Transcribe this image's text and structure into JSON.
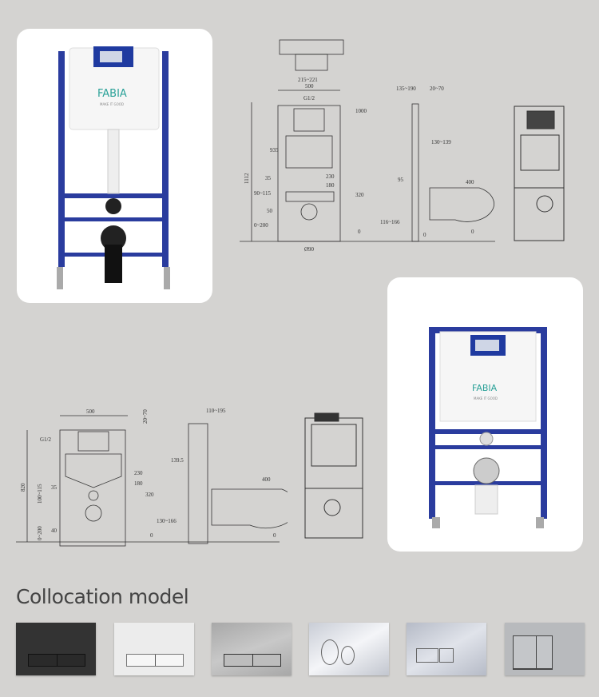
{
  "product_render_1": {
    "brand": "FABIA",
    "tagline": "MAKE IT GOOD"
  },
  "product_render_2": {
    "brand": "FABIA",
    "tagline": "MAKE IT GOOD"
  },
  "drawing_1": {
    "labels": {
      "top_width": "215~221",
      "width": "500",
      "inlet": "G1/2",
      "height_total": "1112",
      "level_1000": "1000",
      "dim_935": "935",
      "dim_230": "230",
      "dim_180": "180",
      "level_320": "320",
      "dim_90_115": "90~115",
      "dim_35": "35",
      "dim_0_200": "0~200",
      "dim_50": "50",
      "level_0_front": "0",
      "pipe": "Ø90",
      "side_depth": "135~190",
      "side_20": "20~70",
      "side_130": "130~139",
      "side_95": "95",
      "side_116": "116~166",
      "bowl_level": "400",
      "level_0_side": "0",
      "level_0_bowl": "0"
    }
  },
  "drawing_2": {
    "labels": {
      "width": "500",
      "top_20_70": "20~70",
      "inlet": "G1/2",
      "height_total": "820",
      "dim_230": "230",
      "dim_180": "180",
      "level_320": "320",
      "dim_100_115": "100~115",
      "dim_35": "35",
      "dim_0_200": "0~200",
      "dim_40": "40",
      "level_0_front": "0",
      "side_depth": "110~195",
      "side_139": "139.5",
      "side_130": "130~166",
      "bowl_level": "400",
      "level_0_bowl": "0"
    }
  },
  "collocation": {
    "title": "Collocation model",
    "plates": [
      {
        "name": "matte-black-dual",
        "color": "#333333"
      },
      {
        "name": "white-dual",
        "color": "#ececec"
      },
      {
        "name": "brushed-silver-dual",
        "color": "#b0b0b0"
      },
      {
        "name": "chrome-round",
        "color": "#dde0e6"
      },
      {
        "name": "chrome-rect",
        "color": "#c9cdd6"
      },
      {
        "name": "satin-large-rect",
        "color": "#b8babd"
      }
    ]
  },
  "colors": {
    "frame_blue": "#2a3c9e",
    "background": "#d4d3d1"
  }
}
